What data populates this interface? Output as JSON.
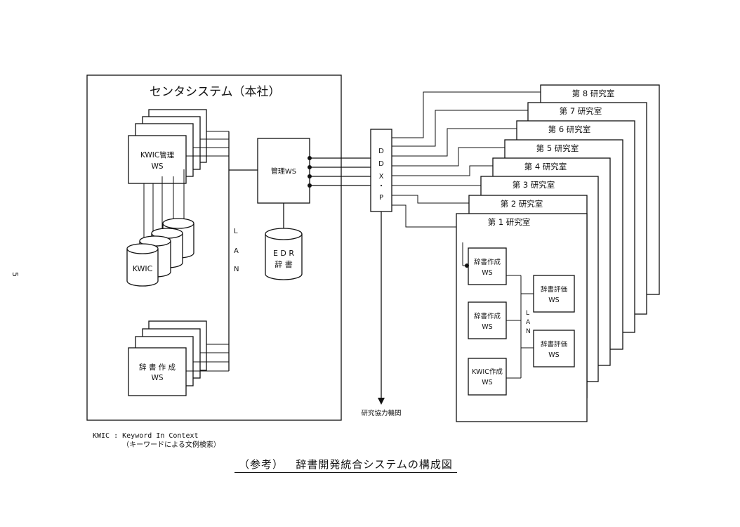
{
  "center_system": {
    "title": "センタシステム（本社）",
    "kwic_mgmt_ws": [
      "KWIC管理",
      "WS"
    ],
    "kwic_db": "KWIC",
    "lan_vertical": [
      "L",
      "A",
      "N"
    ],
    "mgmt_ws": "管理WS",
    "edr_dict": [
      "E D R",
      "辞 書"
    ],
    "dict_create_ws": [
      "辞 書 作 成",
      "WS"
    ]
  },
  "ddxp": [
    "D",
    "D",
    "X",
    "・",
    "P"
  ],
  "research_org": "研究協力機関",
  "labs": [
    "第 8 研究室",
    "第 7 研究室",
    "第 6 研究室",
    "第 5 研究室",
    "第 4 研究室",
    "第 3 研究室",
    "第 2 研究室",
    "第 1 研究室"
  ],
  "lab1": {
    "ws1": [
      "辞書作成",
      "WS"
    ],
    "ws2": [
      "辞書作成",
      "WS"
    ],
    "ws3": [
      "KWIC作成",
      "WS"
    ],
    "eval1": [
      "辞書評価",
      "WS"
    ],
    "eval2": [
      "辞書評価",
      "WS"
    ],
    "lan": [
      "L",
      "A",
      "N"
    ]
  },
  "note": {
    "line1": "KWIC : Keyword In Context",
    "line2": "       （キーワードによる文例検索）"
  },
  "caption": {
    "prefix": "（参考）",
    "title": "辞書開発統合システムの構成図"
  },
  "page_number": "5"
}
